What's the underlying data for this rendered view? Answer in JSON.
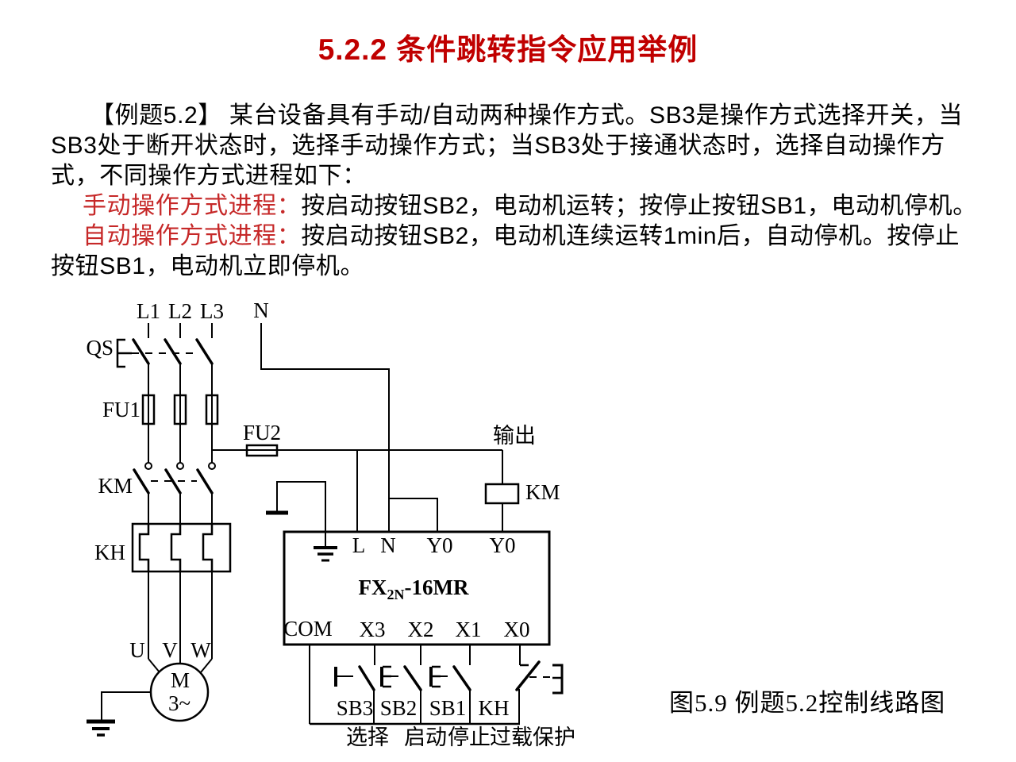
{
  "header": {
    "title": "5.2.2  条件跳转指令应用举例"
  },
  "paragraph": {
    "line1": "【例题5.2】 某台设备具有手动/自动两种操作方式。SB3是操作方式选择开关，当",
    "line2": "SB3处于断开状态时，选择手动操作方式；当SB3处于接通状态时，选择自动操作方",
    "line3": "式，不同操作方式进程如下：",
    "manual_label": "手动操作方式进程：",
    "manual_rest": "按启动按钮SB2，电动机运转；按停止按钮SB1，电动机停机。",
    "auto_label": "自动操作方式进程：",
    "auto_rest": "按启动按钮SB2，电动机连续运转1min后，自动停机。按停止",
    "line6": "按钮SB1，电动机立即停机。"
  },
  "diagram": {
    "power": {
      "l1": "L1",
      "l2": "L2",
      "l3": "L3",
      "n": "N",
      "qs": "QS",
      "fu1": "FU1",
      "fu2": "FU2",
      "km_contacts": "KM",
      "kh_relay": "KH",
      "u": "U",
      "v": "V",
      "w": "W",
      "motor_m": "M",
      "motor_phase": "3~"
    },
    "output": {
      "label": "输出",
      "km_coil": "KM"
    },
    "plc": {
      "term_l": "L",
      "term_n": "N",
      "term_y0a": "Y0",
      "term_y0b": "Y0",
      "model_fx": "FX",
      "model_sub": "2N",
      "model_rest": "-16MR",
      "term_com": "COM",
      "term_x3": "X3",
      "term_x2": "X2",
      "term_x1": "X1",
      "term_x0": "X0"
    },
    "inputs": {
      "sb3": "SB3",
      "sb2": "SB2",
      "sb1": "SB1",
      "kh": "KH",
      "cap_select": "选择",
      "cap_start": "启动",
      "cap_stop": "停止",
      "cap_overload": "过载保护"
    }
  },
  "figure_caption": "图5.9  例题5.2控制线路图",
  "colors": {
    "title_red": "#c00000",
    "highlight_red": "#c62828",
    "line_black": "#000000"
  }
}
